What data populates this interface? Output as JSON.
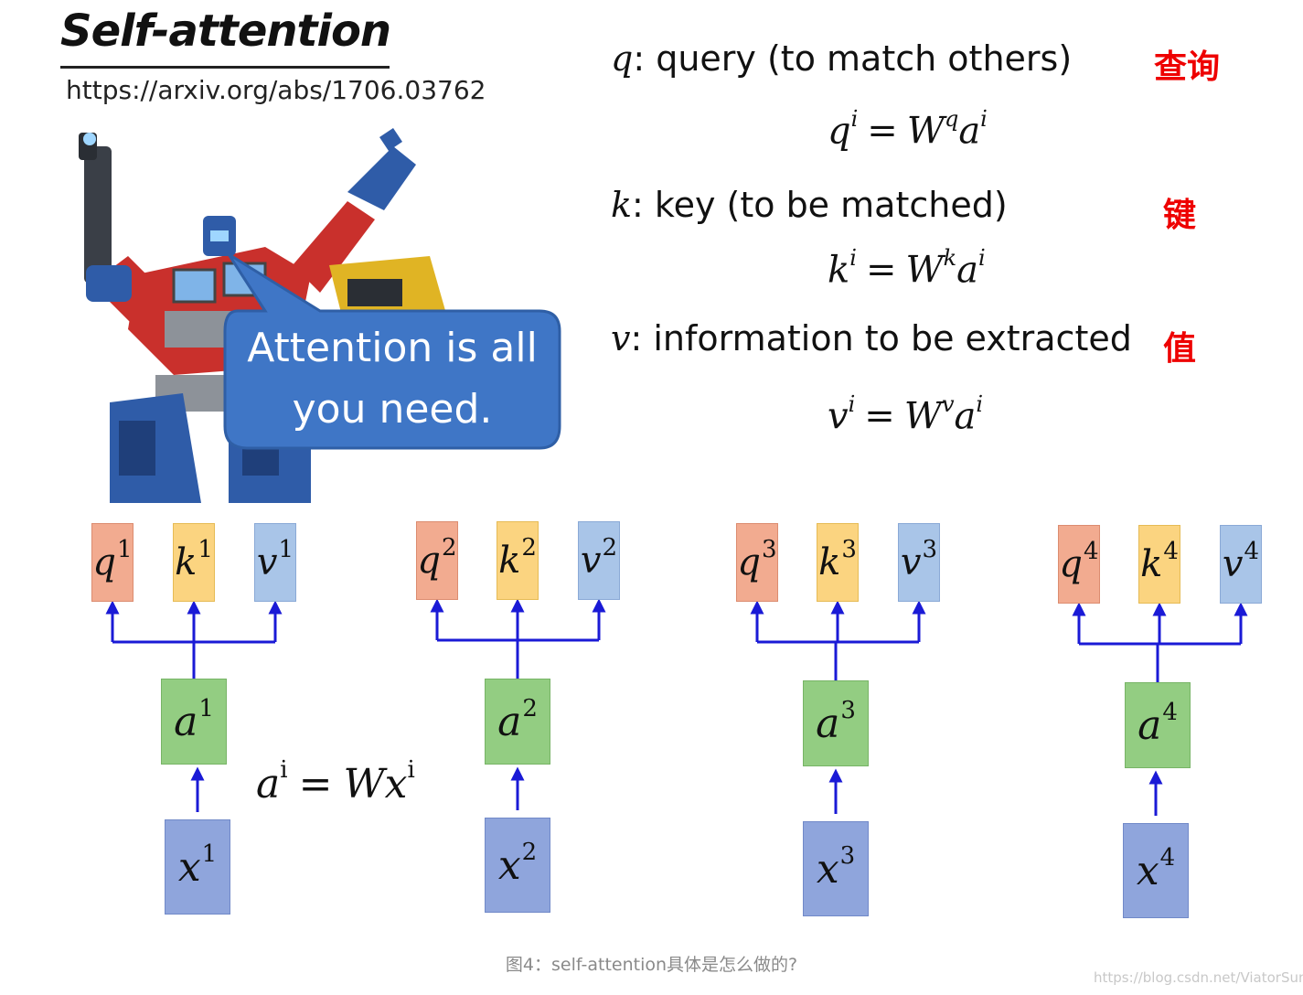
{
  "header": {
    "title": "Self-attention",
    "url": "https://arxiv.org/abs/1706.03762"
  },
  "speech_bubble": {
    "line1": "Attention is all",
    "line2": "you need."
  },
  "definitions": {
    "q": {
      "symbol": "q",
      "text": ": query (to match others)",
      "chinese": "查询",
      "eq_lhs": "q",
      "eq_sup": "q"
    },
    "k": {
      "symbol": "k",
      "text": ": key (to be matched)",
      "chinese": "键",
      "eq_lhs": "k",
      "eq_sup": "k"
    },
    "v": {
      "symbol": "v",
      "text": ": information to be extracted",
      "chinese": "值",
      "eq_lhs": "v",
      "eq_sup": "v"
    }
  },
  "eq_common": {
    "i": "i",
    "equals": "=",
    "W": "W",
    "a": "a",
    "x": "x"
  },
  "columns": [
    {
      "n": "1",
      "q": "q",
      "k": "k",
      "v": "v",
      "a": "a",
      "x": "x"
    },
    {
      "n": "2",
      "q": "q",
      "k": "k",
      "v": "v",
      "a": "a",
      "x": "x"
    },
    {
      "n": "3",
      "q": "q",
      "k": "k",
      "v": "v",
      "a": "a",
      "x": "x"
    },
    {
      "n": "4",
      "q": "q",
      "k": "k",
      "v": "v",
      "a": "a",
      "x": "x"
    }
  ],
  "caption": "图4：self-attention具体是怎么做的?",
  "watermark": "https://blog.csdn.net/ViatorSun",
  "colors": {
    "q_box": "#f2ab90",
    "k_box": "#fbd480",
    "v_box": "#a9c5e8",
    "a_box": "#93cd82",
    "x_box": "#8fa5dc",
    "wire": "#1a1ad6",
    "chinese_text": "#ee0000",
    "bubble": "#3f76c6"
  },
  "illustration": {
    "name": "optimus-prime-robot-image"
  }
}
